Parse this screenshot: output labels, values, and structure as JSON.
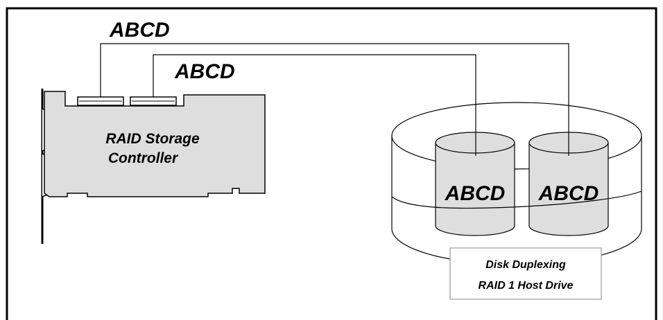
{
  "diagram": {
    "cable_label_1": "ABCD",
    "cable_label_2": "ABCD",
    "controller_line1": "RAID Storage",
    "controller_line2": "Controller",
    "disk_left_label": "ABCD",
    "disk_right_label": "ABCD",
    "host_drive_line1": "Disk Duplexing",
    "host_drive_line2": "RAID 1 Host Drive"
  },
  "colors": {
    "card_fill": "#dedede",
    "disk_fill": "#dedede",
    "stroke": "#000000",
    "caption_border": "#9a9a9a"
  }
}
